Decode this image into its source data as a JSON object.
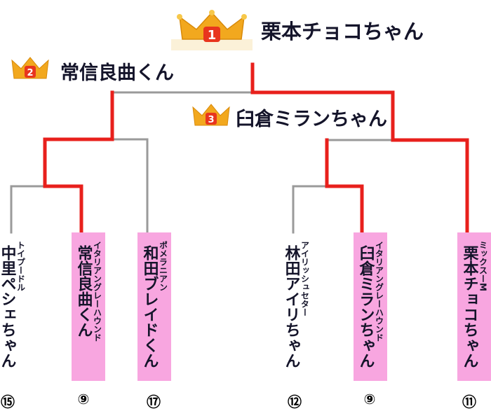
{
  "winners": {
    "first": {
      "rank": "1",
      "name": "栗本チョコちゃん"
    },
    "second": {
      "rank": "2",
      "name": "常信良曲くん"
    },
    "third": {
      "rank": "3",
      "name": "臼倉ミランちゃん"
    }
  },
  "entrants": [
    {
      "breed": "トイプードル",
      "name": "中里ペシェちゃん",
      "number": "⑮",
      "highlighted": false
    },
    {
      "breed": "イタリアングレーハウンド",
      "name": "常信良曲くん",
      "number": "⑨",
      "highlighted": true
    },
    {
      "breed": "ポメラニアン",
      "name": "和田ブレイドくん",
      "number": "⑰",
      "highlighted": true
    },
    {
      "breed": "アイリッシュセター",
      "name": "林田アイリちゃん",
      "number": "⑫",
      "highlighted": false
    },
    {
      "breed": "イタリアングレーハウンド",
      "name": "臼倉ミランちゃん",
      "number": "⑨",
      "highlighted": true
    },
    {
      "breed": "ミックスーM",
      "name": "栗本チョコちゃん",
      "number": "⑪",
      "highlighted": true
    }
  ],
  "colors": {
    "win_line": "#e8201c",
    "lose_line": "#9a9a9a",
    "highlight": "#f8a6e0",
    "crown": "#f2a81e",
    "badge": "#e8351e"
  }
}
